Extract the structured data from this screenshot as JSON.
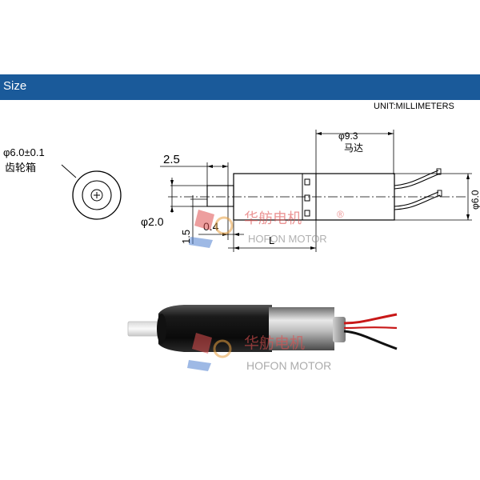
{
  "header": {
    "title": "Size",
    "background": "#1a5a9a"
  },
  "unit_text": "UNIT:MILLIMETERS",
  "front_view": {
    "diameter": "φ6.0±0.1",
    "caption": "齿轮箱"
  },
  "side_view": {
    "dim_shaft_length": "2.5",
    "dim_shaft_diameter": "φ2.0",
    "dim_flat": "1.5",
    "dim_step": "0.4",
    "dim_length": "L",
    "dim_motor_length": "φ9.3",
    "motor_caption": "马达",
    "dim_body_diameter": "φ6.0"
  },
  "watermark": {
    "brand_cn": "华舫电机",
    "registered": "®",
    "brand_en": "HOFON MOTOR",
    "color": "#e05050"
  }
}
